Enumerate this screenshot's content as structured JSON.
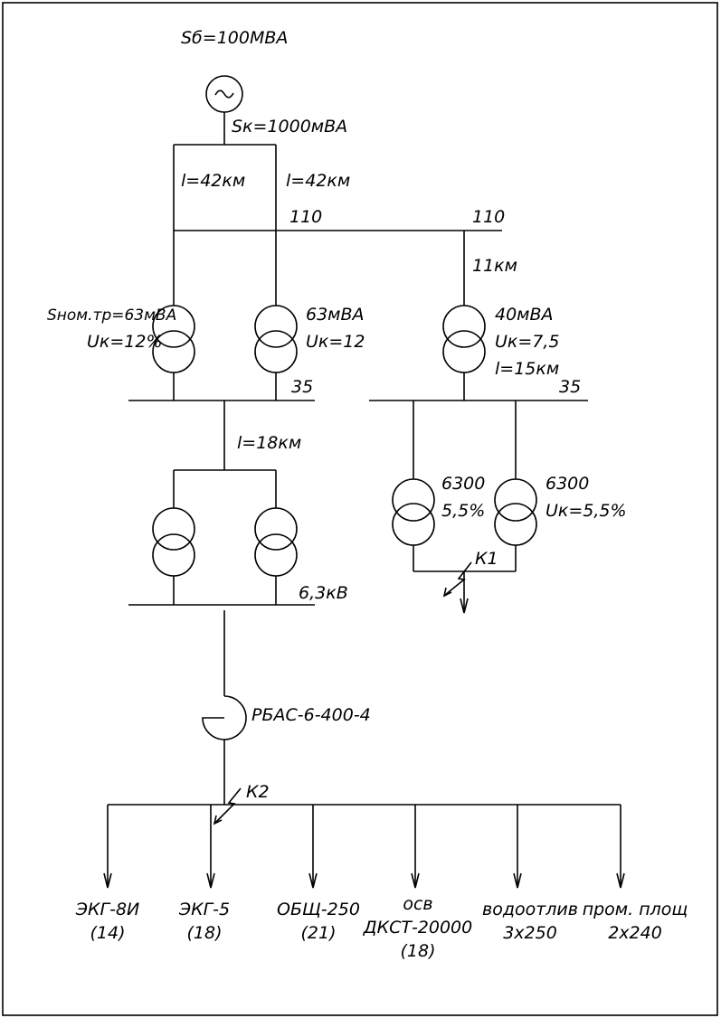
{
  "source": {
    "base_power": "Sб=100МВА",
    "short_circuit_power": "Sк=1000мВА"
  },
  "lines_110": {
    "left_length": "l=42км",
    "right_length": "l=42км",
    "bus_label_left": "110",
    "bus_label_right": "110",
    "branch_length": "11км"
  },
  "transformers_110_35": {
    "t1_power": "Sном.тр=63мВА",
    "t1_uk": "Uк=12%",
    "t2_power": "63мВА",
    "t2_uk": "Uк=12",
    "t3_power": "40мВА",
    "t3_uk": "Uк=7,5",
    "t3_line": "l=15км"
  },
  "bus_35": {
    "left_label": "35",
    "right_label": "35"
  },
  "line_35": {
    "length": "l=18км"
  },
  "transformers_6300": {
    "t1_power": "6300",
    "t1_uk": "5,5%",
    "t2_power": "6300",
    "t2_uk": "Uк=5,5%"
  },
  "faults": {
    "k1": "К1",
    "k2": "К2"
  },
  "bus_6kv": {
    "label": "6,3кВ"
  },
  "reactor": {
    "label": "РБАС-6-400-4"
  },
  "feeders": [
    {
      "line1": "ЭКГ-8И",
      "line2": "(14)",
      "line3": ""
    },
    {
      "line1": "ЭКГ-5",
      "line2": "(18)",
      "line3": ""
    },
    {
      "line1": "ОБЩ-250",
      "line2": "(21)",
      "line3": ""
    },
    {
      "line1": "осв",
      "line2": "ДКСТ-20000",
      "line3": "(18)"
    },
    {
      "line1": "водоотлив",
      "line2": "3x250",
      "line3": ""
    },
    {
      "line1": "пром. площ",
      "line2": "2x240",
      "line3": ""
    }
  ]
}
